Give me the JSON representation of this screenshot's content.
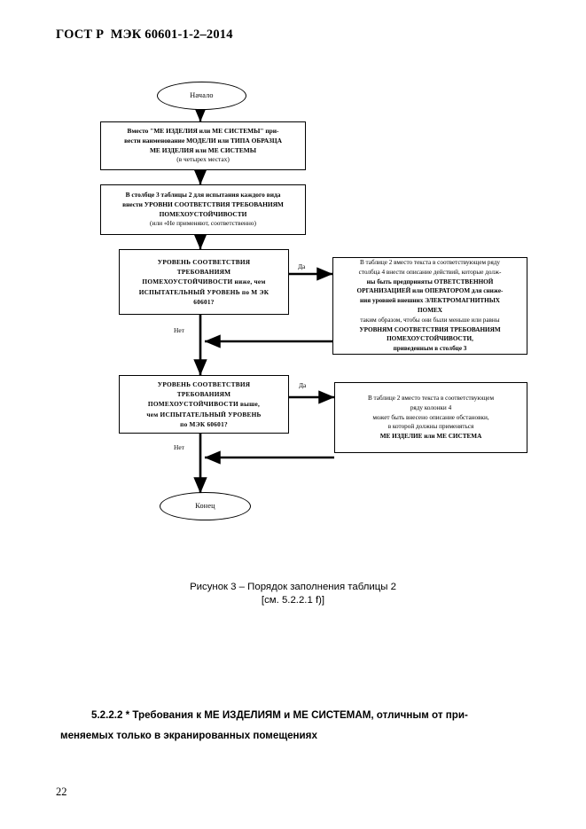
{
  "document": {
    "header": "ГОСТ Р  МЭК 60601-1-2–2014",
    "page_number": "22"
  },
  "figure": {
    "caption_line1": "Рисунок 3 – Порядок заполнения таблицы 2",
    "caption_line2": "[см. 5.2.2.1  f)]",
    "nodes": {
      "start": {
        "label": "Начало"
      },
      "end": {
        "label": "Конец"
      },
      "process1": {
        "lines": [
          "Вместо \"МЕ ИЗДЕЛИЯ или МЕ СИСТЕМЫ\" при-",
          "вести наименование МОДЕЛИ или  ТИПА ОБРАЗЦА",
          "МЕ ИЗДЕЛИЯ или МЕ СИСТЕМЫ",
          "(в четырех местах)"
        ]
      },
      "process2": {
        "lines": [
          "В столбце 3 таблицы 2 для испытания каждого вида",
          "внести УРОВНИ СООТВЕТСТВИЯ ТРЕБОВАНИЯМ",
          "ПОМЕХОУСТОЙЧИВОСТИ",
          "(или «Не применяют, соответственно)"
        ]
      },
      "decision1": {
        "lines": [
          "УРОВЕНЬ СООТВЕТСТВИЯ",
          "ТРЕБОВАНИЯМ",
          "ПОМЕХОУСТОЙЧИВОСТИ ниже, чем",
          "ИСПЫТАТЕЛЬНЫЙ УРОВЕНЬ по М ЭК",
          "60601?"
        ]
      },
      "decision2": {
        "lines": [
          "УРОВЕНЬ СООТВЕТСТВИЯ",
          "ТРЕБОВАНИЯМ",
          "ПОМЕХОУСТОЙЧИВОСТИ выше,",
          "чем ИСПЫТАТЕЛЬНЫЙ УРОВЕНЬ",
          "по МЭК 60601?"
        ]
      },
      "action1": {
        "lines": [
          "В таблице 2 вместо текста в соответствующем ряду",
          "столбца 4 внести описание действий, которые долж-",
          "ны быть предприняты ОТВЕТСТВЕННОЙ",
          "ОРГАНИЗАЦИЕЙ или ОПЕРАТОРОМ  для сниже-",
          "ния уровней внешних ЭЛЕКТРОМАГНИТНЫХ",
          "ПОМЕХ",
          "таким образом, чтобы они были меньше или равны",
          "УРОВНЯМ СООТВЕТСТВИЯ ТРЕБОВАНИЯМ",
          "ПОМЕХОУСТОЙЧИВОСТИ,",
          "приведенным в столбце 3"
        ]
      },
      "action2": {
        "lines": [
          "В таблице 2  вместо текста в соответствующем",
          "ряду колонки 4",
          "может быть внесено описание обстановки,",
          "в которой должны применяться",
          "МЕ ИЗДЕЛИЕ или МЕ СИСТЕМА"
        ]
      }
    },
    "edge_labels": {
      "yes1": "Да",
      "no1": "Нет",
      "yes2": "Да",
      "no2": "Нет"
    }
  },
  "section": {
    "line1": "5.2.2.2  * Требования  к МЕ ИЗДЕЛИЯМ и МЕ СИСТЕМАМ, отличным от при-",
    "line2": "меняемых только в экранированных помещениях"
  },
  "colors": {
    "text": "#000000",
    "background": "#ffffff",
    "line": "#000000"
  }
}
